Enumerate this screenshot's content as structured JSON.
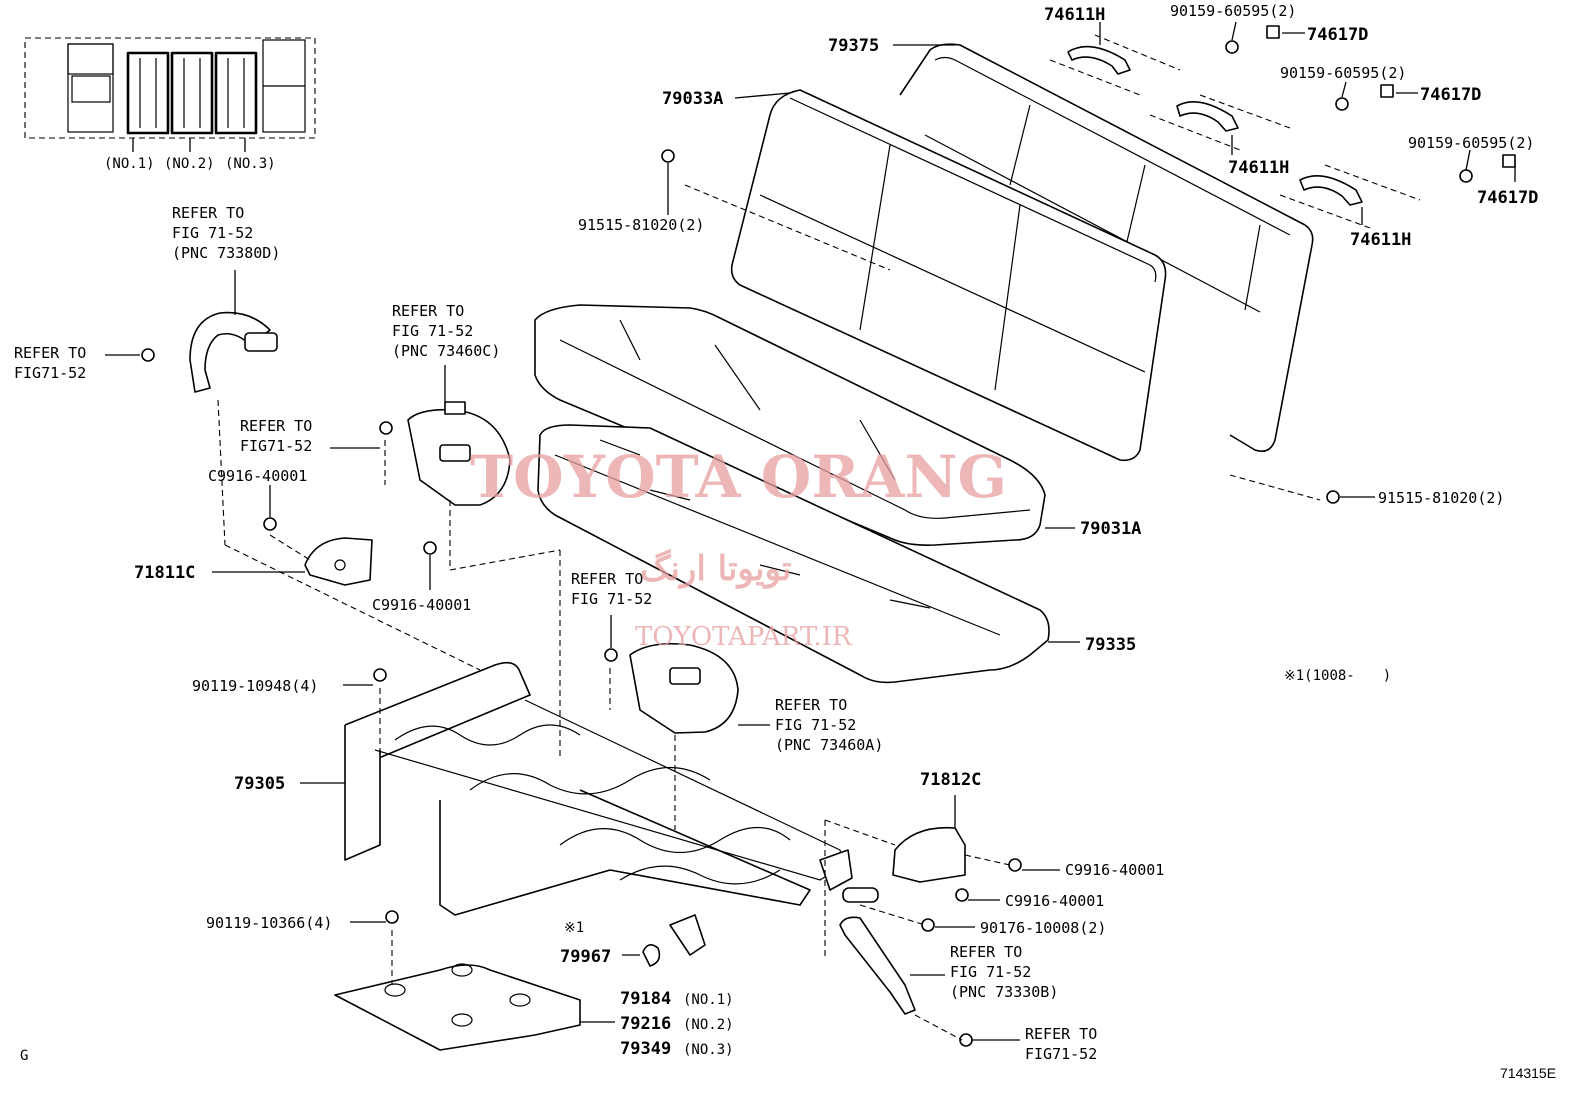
{
  "seat_map": {
    "no1": "(NO.1)",
    "no2": "(NO.2)",
    "no3": "(NO.3)"
  },
  "labels": {
    "p74611H_a": "74611H",
    "p90159_a": "90159-60595(2)",
    "p74617D_a": "74617D",
    "p79375": "79375",
    "p90159_b": "90159-60595(2)",
    "p74617D_b": "74617D",
    "p79033A": "79033A",
    "p74611H_b": "74611H",
    "p90159_c": "90159-60595(2)",
    "p74617D_c": "74617D",
    "p74611H_c": "74611H",
    "p91515_a": "91515-81020(2)",
    "p91515_b": "91515-81020(2)",
    "p79031A": "79031A",
    "p79335": "79335",
    "note1": "※1(1008-　　)",
    "p71811C": "71811C",
    "p71812C": "71812C",
    "pC9916_a": "C9916-40001",
    "pC9916_b": "C9916-40001",
    "pC9916_c": "C9916-40001",
    "pC9916_d": "C9916-40001",
    "p90176": "90176-10008(2)",
    "p90119_a": "90119-10948(4)",
    "p79305": "79305",
    "p90119_b": "90119-10366(4)",
    "mark1": "※1",
    "p79967": "79967",
    "p79184": "79184",
    "p79184_no": "(NO.1)",
    "p79216": "79216",
    "p79216_no": "(NO.2)",
    "p79349": "79349",
    "p79349_no": "(NO.3)",
    "corner_g": "G",
    "fig_code": "714315E"
  },
  "refer_notes": {
    "r1": [
      "REFER TO",
      "FIG 71-52",
      "(PNC 73380D)"
    ],
    "r2": [
      "REFER TO",
      "FIG71-52"
    ],
    "r3": [
      "REFER TO",
      "FIG 71-52",
      "(PNC 73460C)"
    ],
    "r4": [
      "REFER TO",
      "FIG71-52"
    ],
    "r5": [
      "REFER TO",
      "FIG 71-52"
    ],
    "r6": [
      "REFER TO",
      "FIG 71-52",
      "(PNC 73460A)"
    ],
    "r7": [
      "REFER TO",
      "FIG 71-52",
      "(PNC 73330B)"
    ],
    "r8": [
      "REFER TO",
      "FIG71-52"
    ]
  },
  "watermark": {
    "main": "TOYOTA ORANG",
    "persian": "تویوتا ارنگ",
    "site": "TOYOTAPART.IR",
    "color": "#e8a0a0"
  }
}
